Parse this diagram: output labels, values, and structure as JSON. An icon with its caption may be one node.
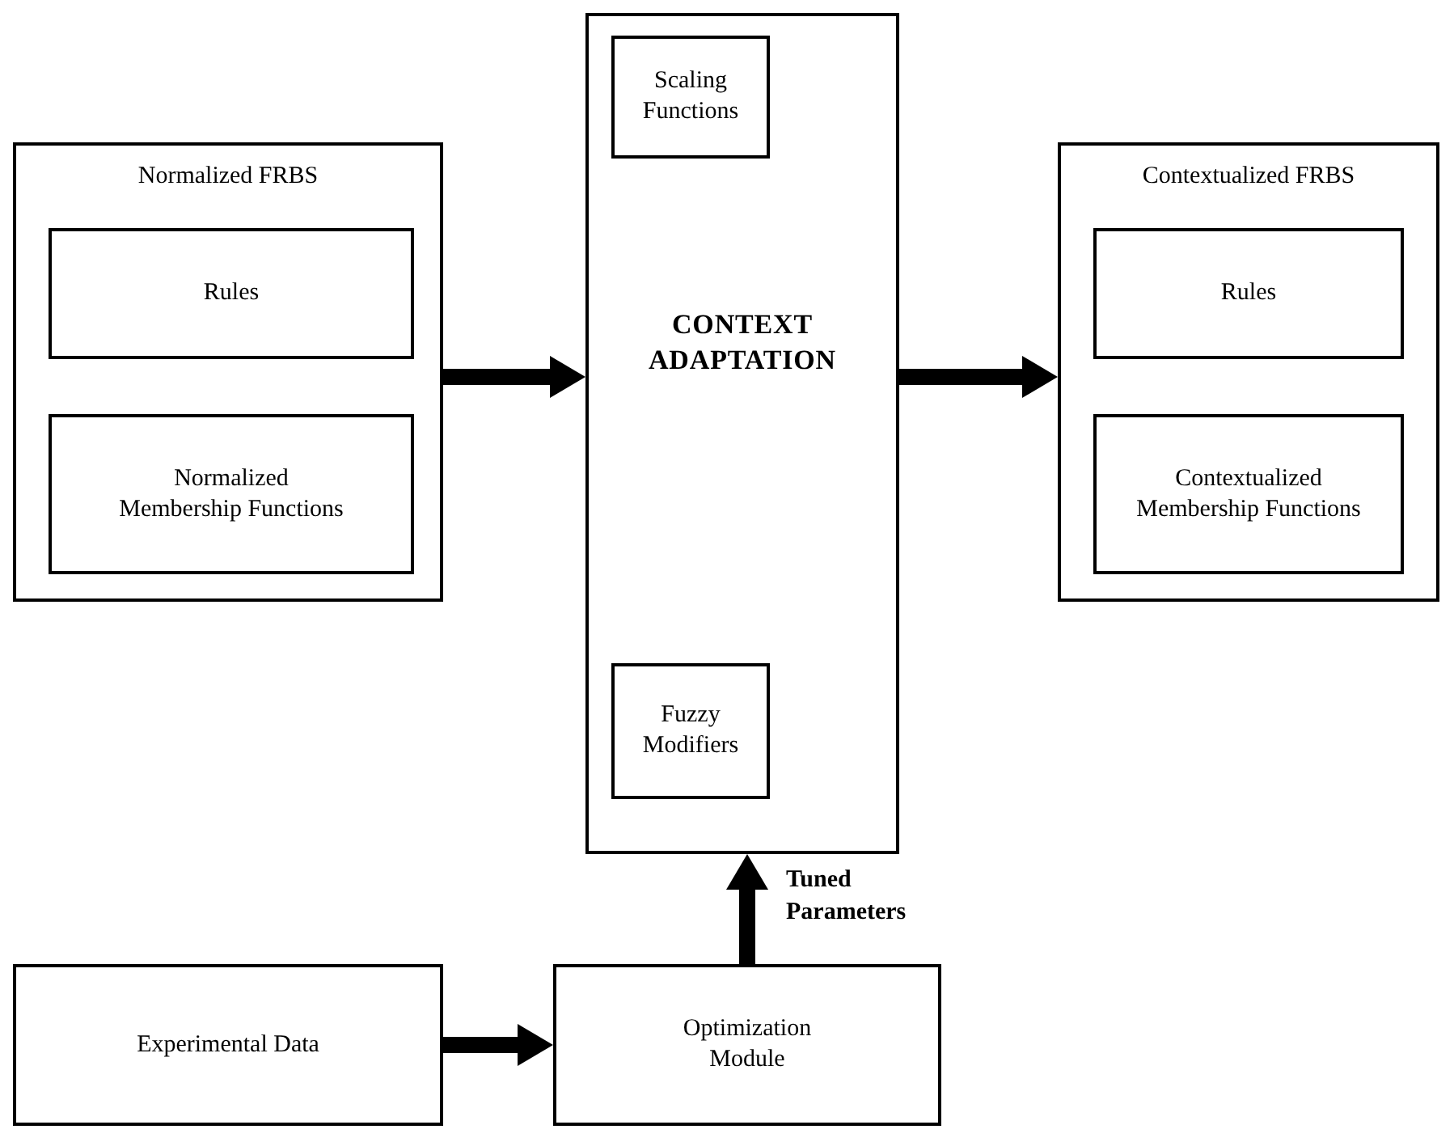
{
  "diagram": {
    "nodes": [
      {
        "text": [
          "Normalized FRBS"
        ]
      },
      {
        "text": [
          "Rules"
        ],
        "in": 0
      },
      {
        "text": [
          "Normalized Membership Functions"
        ],
        "in": 0
      },
      {
        "text": [
          "CONTEXT ADAPTATION"
        ]
      },
      {
        "text": [
          "Scaling Functions"
        ],
        "in": 3
      },
      {
        "text": [
          "Fuzzy Modifiers"
        ],
        "in": 3
      },
      {
        "text": [
          "Contextualized FRBS"
        ]
      },
      {
        "text": [
          "Rules"
        ],
        "in": 6
      },
      {
        "text": [
          "Contextualized Membership Functions"
        ],
        "in": 6
      },
      {
        "text": [
          "Experimental Data"
        ]
      },
      {
        "text": [
          "Optimization Module"
        ]
      }
    ],
    "edges": [
      {
        "from": 0,
        "to": 3,
        "arrow": "to"
      },
      {
        "from": 3,
        "to": 6,
        "arrow": "to"
      },
      {
        "from": 9,
        "to": 10,
        "arrow": "to"
      },
      {
        "from": 10,
        "to": 3,
        "arrow": "to",
        "label": "Tuned Parameters"
      }
    ]
  }
}
